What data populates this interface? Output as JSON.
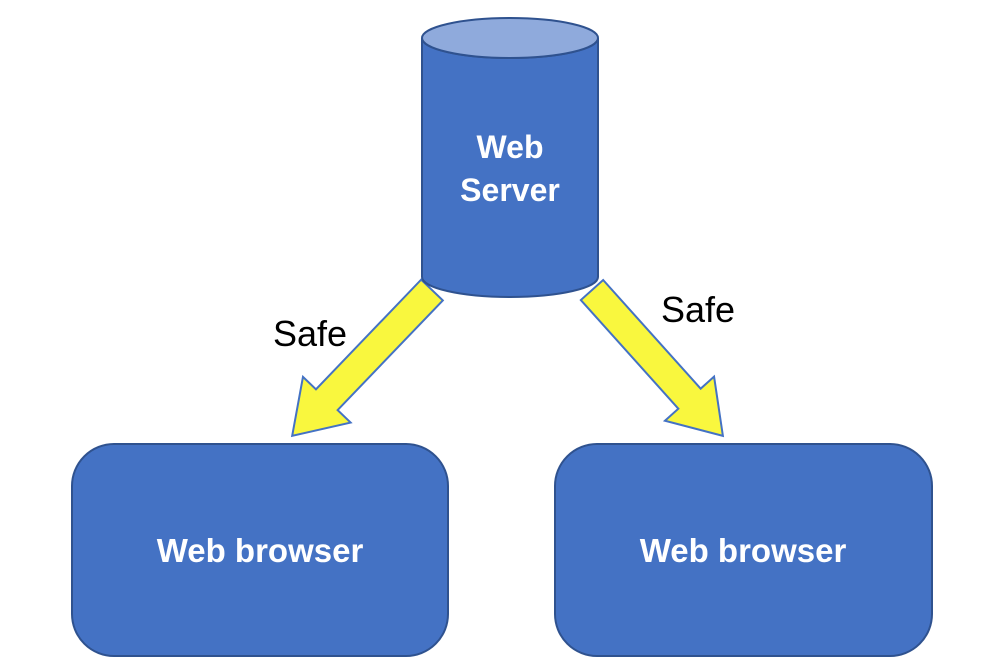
{
  "diagram": {
    "server": {
      "label": "Web Server",
      "lines": [
        "Web",
        "Server"
      ]
    },
    "edges": [
      {
        "label": "Safe",
        "direction": "down-left"
      },
      {
        "label": "Safe",
        "direction": "down-right"
      }
    ],
    "browsers": [
      {
        "label": "Web browser"
      },
      {
        "label": "Web browser"
      }
    ]
  },
  "colors": {
    "background": "#FFFFFF",
    "node-fill": "#4472C4",
    "node-top": "#8FAADC",
    "node-stroke": "#2F528F",
    "arrow-fill": "#F9F73E",
    "arrow-stroke": "#4472C4",
    "node-text": "#FFFFFF",
    "edge-label-text": "#000000"
  }
}
